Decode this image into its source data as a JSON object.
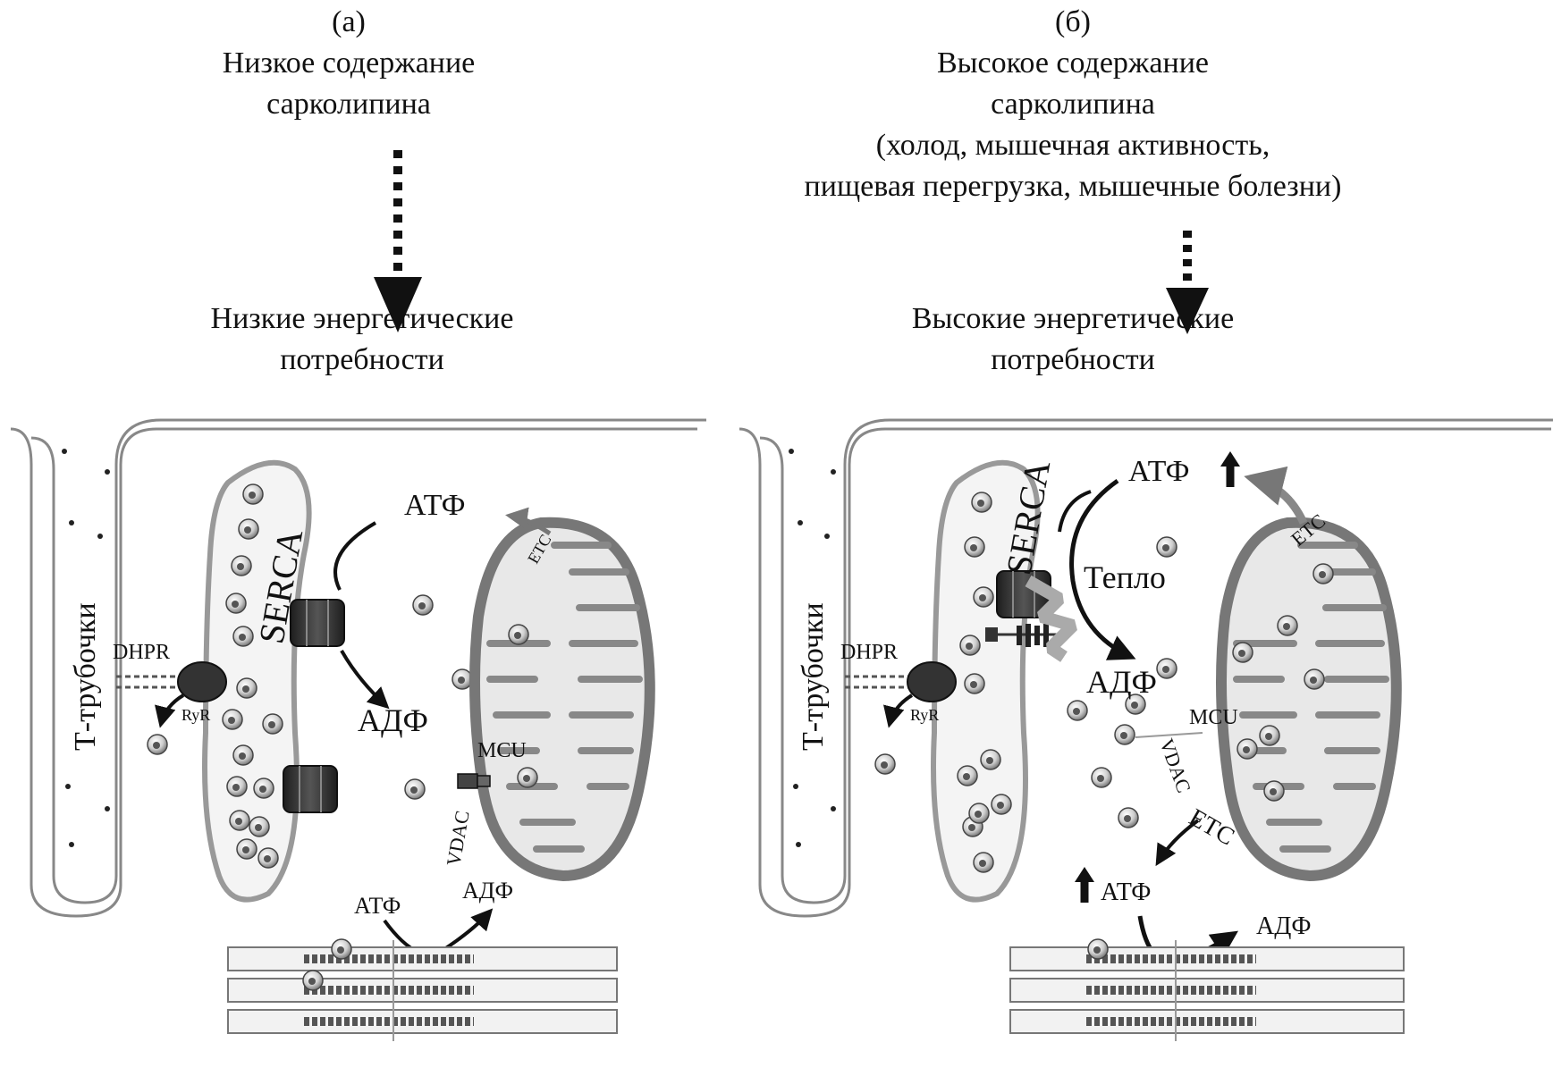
{
  "panel_a": {
    "label": "(а)",
    "title_line1": "Низкое содержание",
    "title_line2": "сарколипина",
    "result_line1": "Низкие энергетические",
    "result_line2": "потребности",
    "t_tubules": "Т-трубочки",
    "dhpr": "DHPR",
    "ryr": "RyR",
    "serca": "SERCA",
    "atp_top": "АТФ",
    "adp_mid": "АДФ",
    "etc": "ETC",
    "mcu": "MCU",
    "vdac": "VDAC",
    "atp_bottom": "АТФ",
    "adp_bottom": "АДФ"
  },
  "panel_b": {
    "label": "(б)",
    "title_line1": "Высокое содержание",
    "title_line2": "сарколипина",
    "title_line3": "(холод, мышечная активность,",
    "title_line4": "пищевая перегрузка, мышечные болезни)",
    "result_line1": "Высокие энергетические",
    "result_line2": "потребности",
    "t_tubules": "Т-трубочки",
    "dhpr": "DHPR",
    "ryr": "RyR",
    "serca": "SERCA",
    "atp_top": "АТФ",
    "heat": "Тепло",
    "adp_mid": "АДФ",
    "etc_top": "ETC",
    "mcu": "MCU",
    "vdac": "VDAC",
    "etc_bottom": "ETC",
    "atp_bottom": "АТФ",
    "adp_bottom": "АДФ"
  }
}
